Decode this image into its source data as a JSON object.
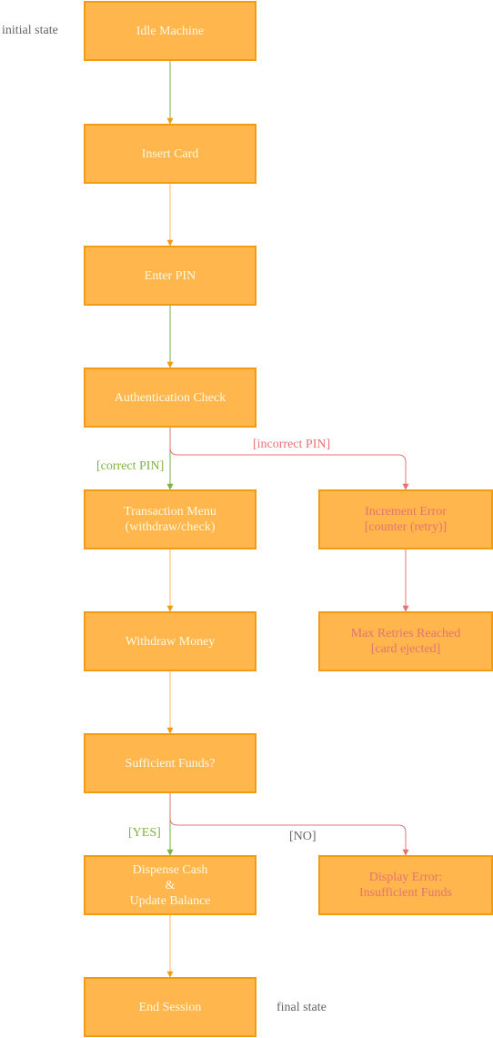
{
  "notes": {
    "initial": "initial state",
    "final": "final state"
  },
  "nodes": {
    "idle": "Idle Machine",
    "insert_card": "Insert Card",
    "enter_pin": "Enter PIN",
    "auth_check": "Authentication Check",
    "transaction_menu": "Transaction Menu\n(withdraw/check)",
    "increment_error": "Increment Error\n[counter (retry)]",
    "withdraw": "Withdraw Money",
    "max_retries": "Max Retries Reached\n[card ejected]",
    "sufficient_funds": "Sufficient Funds?",
    "dispense": "Dispense Cash\n&\nUpdate Balance",
    "display_error": "Display Error:\nInsufficient Funds",
    "end_session": "End Session"
  },
  "edge_labels": {
    "correct_pin": "[correct PIN]",
    "incorrect_pin": "[incorrect PIN]",
    "yes": "[YES]",
    "no": "[NO]"
  },
  "colors": {
    "node_fill": "#ffb74d",
    "node_border": "#f39c12",
    "node_text": "#fff8e1",
    "error_text": "#e57373",
    "edge_orange": "#ffb74d",
    "edge_green": "#7cb342",
    "edge_red": "#e57373"
  }
}
